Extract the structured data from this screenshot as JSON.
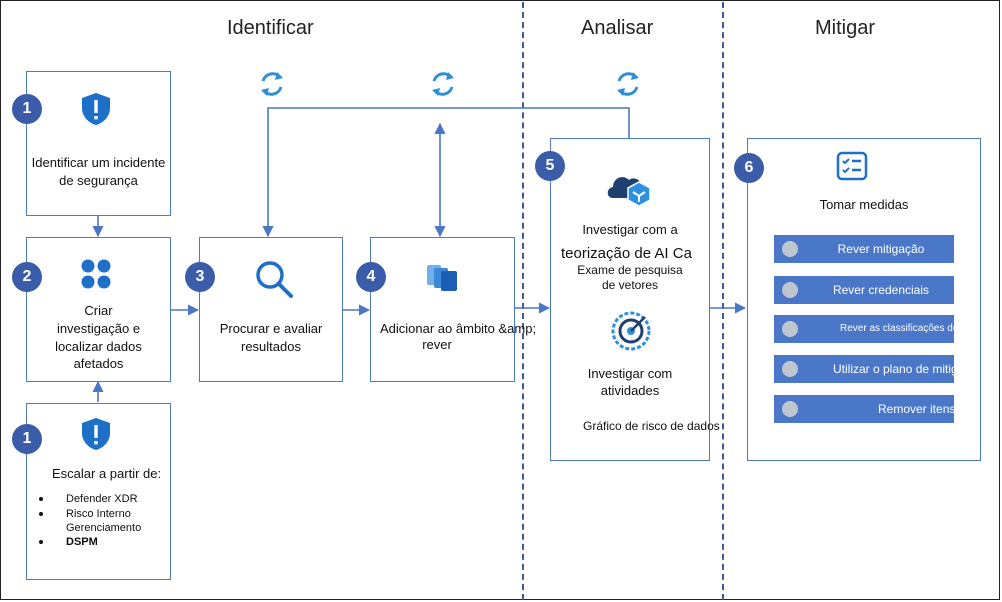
{
  "phases": {
    "identify": "Identificar",
    "analyze": "Analisar",
    "mitigate": "Mitigar"
  },
  "steps": {
    "s1": {
      "badge": "1",
      "line1": "Identificar um incidente",
      "line2": "de segurança"
    },
    "s1b": {
      "badge": "1",
      "title": "Escalar a partir de:",
      "items": [
        "Defender XDR",
        "Risco Interno",
        "Gerenciamento",
        "DSPM"
      ]
    },
    "s2": {
      "badge": "2",
      "line1": "Criar",
      "line2": "investigação e",
      "line3": "localizar dados",
      "line4": "afetados"
    },
    "s3": {
      "badge": "3",
      "line1": "Procurar e avaliar",
      "line2": "resultados"
    },
    "s4": {
      "badge": "4",
      "line1": "Adicionar ao âmbito &amp;",
      "line2": "rever"
    },
    "s5": {
      "badge": "5",
      "line1": "Investigar com a",
      "line2": "teorização de AI Ca",
      "line3": "Exame de pesquisa",
      "line4": "de vetores",
      "line5": "Investigar com",
      "line6": "atividades",
      "line7": "Gráfico de risco de dados"
    },
    "s6": {
      "badge": "6",
      "title": "Tomar medidas",
      "actions": [
        "Rever mitigação",
        "Rever credenciais",
        "Rever as classificações de",
        "Utilizar o plano de mitigação",
        "Remover itens"
      ]
    }
  },
  "icons": {
    "shield": "shield-alert-icon",
    "grid": "four-dots-icon",
    "search": "magnifier-icon",
    "stack": "stacked-cards-icon",
    "cloud": "cloud-cube-icon",
    "radar": "radar-icon",
    "checklist": "checklist-icon",
    "cycle": "refresh-cycle-icon",
    "check": "check-circle-icon"
  },
  "colors": {
    "accent": "#4a77c8",
    "badge": "#3b5ca8",
    "arrow": "#4a77c8",
    "divider": "#3d5a9c"
  }
}
